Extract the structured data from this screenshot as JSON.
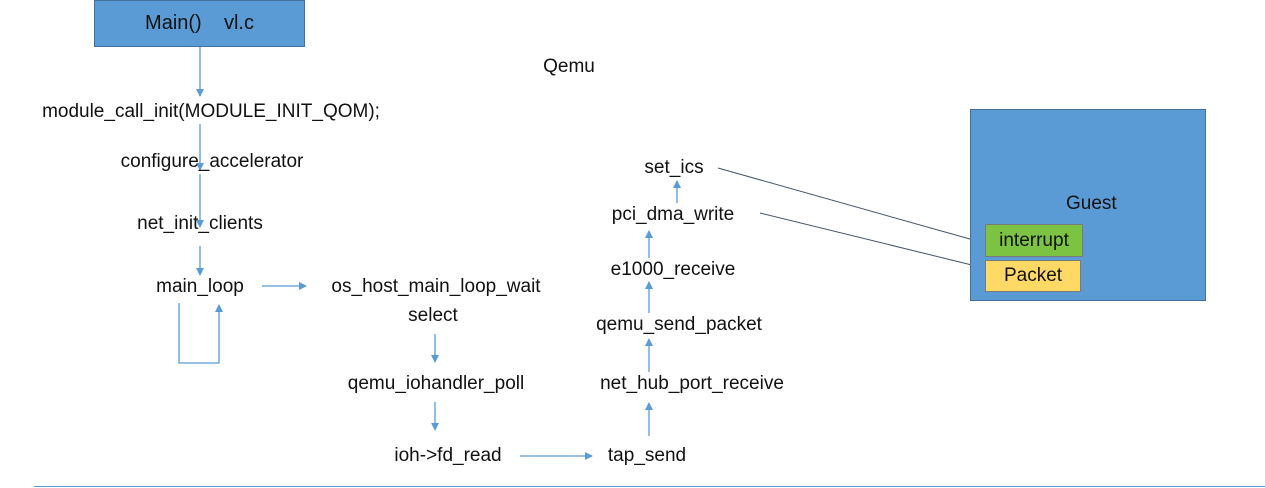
{
  "main_box": {
    "func": "Main()",
    "file": "vl.c"
  },
  "qemu_label": "Qemu",
  "left_flow": {
    "module_call_init": "module_call_init(MODULE_INIT_QOM);",
    "configure_accelerator": "configure_accelerator",
    "net_init_clients": "net_init_clients",
    "main_loop": "main_loop"
  },
  "io_flow": {
    "os_host_main_loop_wait": "os_host_main_loop_wait",
    "select": "select",
    "qemu_iohandler_poll": "qemu_iohandler_poll",
    "ioh_fd_read": "ioh->fd_read"
  },
  "tx_flow": {
    "tap_send": "tap_send",
    "net_hub_port_receive": "net_hub_port_receive",
    "qemu_send_packet": "qemu_send_packet",
    "e1000_receive": "e1000_receive",
    "pci_dma_write": "pci_dma_write",
    "set_ics": "set_ics"
  },
  "guest": {
    "label": "Guest",
    "interrupt": "interrupt",
    "packet": "Packet"
  },
  "colors": {
    "box_blue": "#5b9bd5",
    "arrow_blue": "#5b9bd5",
    "interrupt_green": "#7cc243",
    "packet_yellow": "#ffd966",
    "connector_gray": "#44546a"
  }
}
